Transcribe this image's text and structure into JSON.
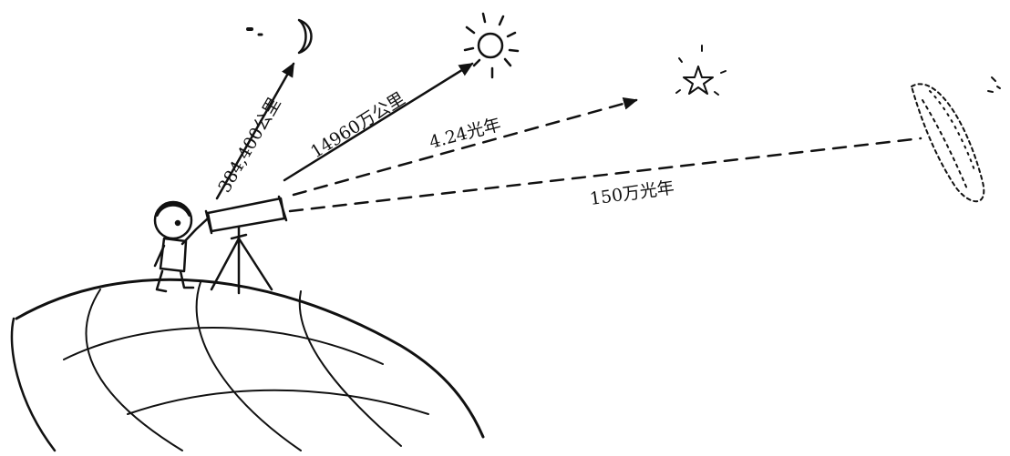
{
  "distances": {
    "moon": "384,400公里",
    "sun": "14960万公里",
    "star": "4.24光年",
    "galaxy": "150万光年"
  },
  "colors": {
    "ink": "#111111",
    "background": "#ffffff"
  },
  "icons": [
    "moon-icon",
    "sun-icon",
    "star-icon",
    "galaxy-icon",
    "telescope-icon",
    "child-figure",
    "earth-globe"
  ]
}
